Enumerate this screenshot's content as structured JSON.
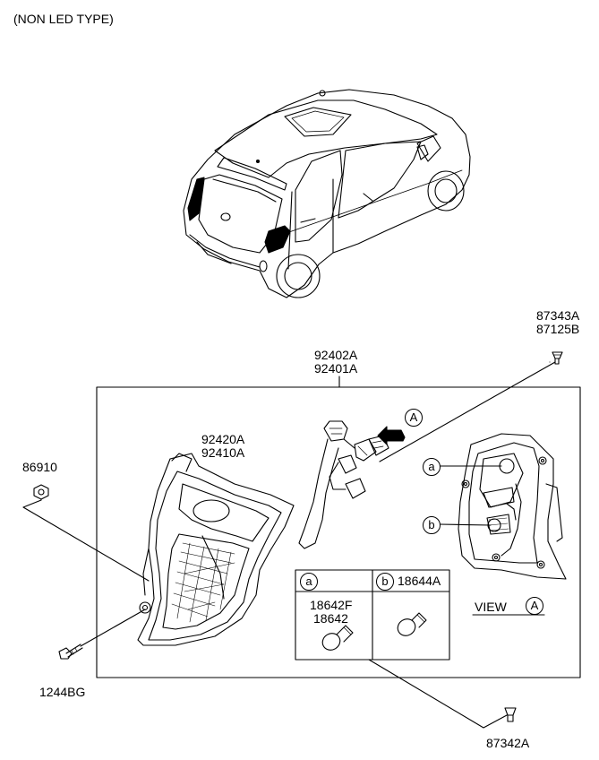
{
  "header": {
    "note": "(NON LED TYPE)"
  },
  "parts": {
    "assembly_main": [
      "92402A",
      "92401A"
    ],
    "lamp_lens": [
      "92420A",
      "92410A"
    ],
    "screw_top": [
      "87343A",
      "87125B"
    ],
    "nut": "86910",
    "screw_left": "1244BG",
    "screw_bottom": "87342A"
  },
  "bulb_table": {
    "col_a": {
      "marker": "a",
      "parts": [
        "18642F",
        "18642"
      ]
    },
    "col_b": {
      "marker": "b",
      "part": "18644A"
    }
  },
  "view": {
    "label": "VIEW",
    "marker": "A"
  },
  "markers": {
    "arrow_view": "A",
    "socket_a": "a",
    "socket_b": "b"
  }
}
